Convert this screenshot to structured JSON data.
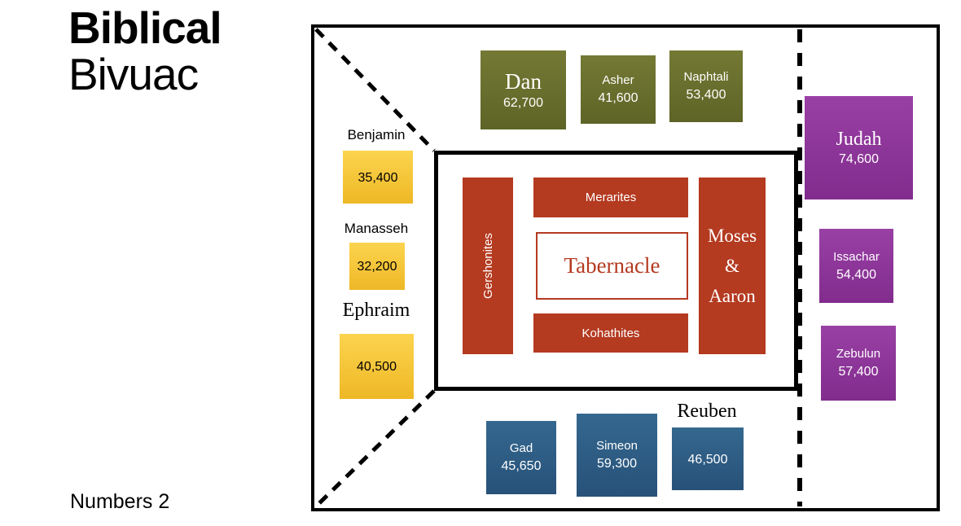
{
  "title": {
    "line1": "Biblical",
    "line2": "Bivuac"
  },
  "footer": {
    "reference": "Numbers 2"
  },
  "colors": {
    "north_olive": "#6C7030",
    "east_purple": "#8F389B",
    "west_gold": "#F4C634",
    "south_blue": "#2E6088",
    "levite_brick": "#B43A20",
    "tabernacle_text": "#B43A20"
  },
  "camps": {
    "north": {
      "tribes": [
        {
          "name": "Dan",
          "count": "62,700"
        },
        {
          "name": "Asher",
          "count": "41,600"
        },
        {
          "name": "Naphtali",
          "count": "53,400"
        }
      ]
    },
    "east": {
      "tribes": [
        {
          "name": "Judah",
          "count": "74,600"
        },
        {
          "name": "Issachar",
          "count": "54,400"
        },
        {
          "name": "Zebulun",
          "count": "57,400"
        }
      ]
    },
    "west": {
      "tribes": [
        {
          "name": "Benjamin",
          "count": "35,400"
        },
        {
          "name": "Manasseh",
          "count": "32,200"
        },
        {
          "name": "Ephraim",
          "count": "40,500"
        }
      ]
    },
    "south": {
      "tribes": [
        {
          "name": "Gad",
          "count": "45,650"
        },
        {
          "name": "Simeon",
          "count": "59,300"
        },
        {
          "name": "Reuben",
          "count": "46,500"
        }
      ]
    }
  },
  "center": {
    "tabernacle": "Tabernacle",
    "gershonites": "Gershonites",
    "merarites": "Merarites",
    "kohathites": "Kohathites",
    "moses_aaron": {
      "line1": "Moses",
      "line2": "&",
      "line3": "Aaron"
    }
  }
}
